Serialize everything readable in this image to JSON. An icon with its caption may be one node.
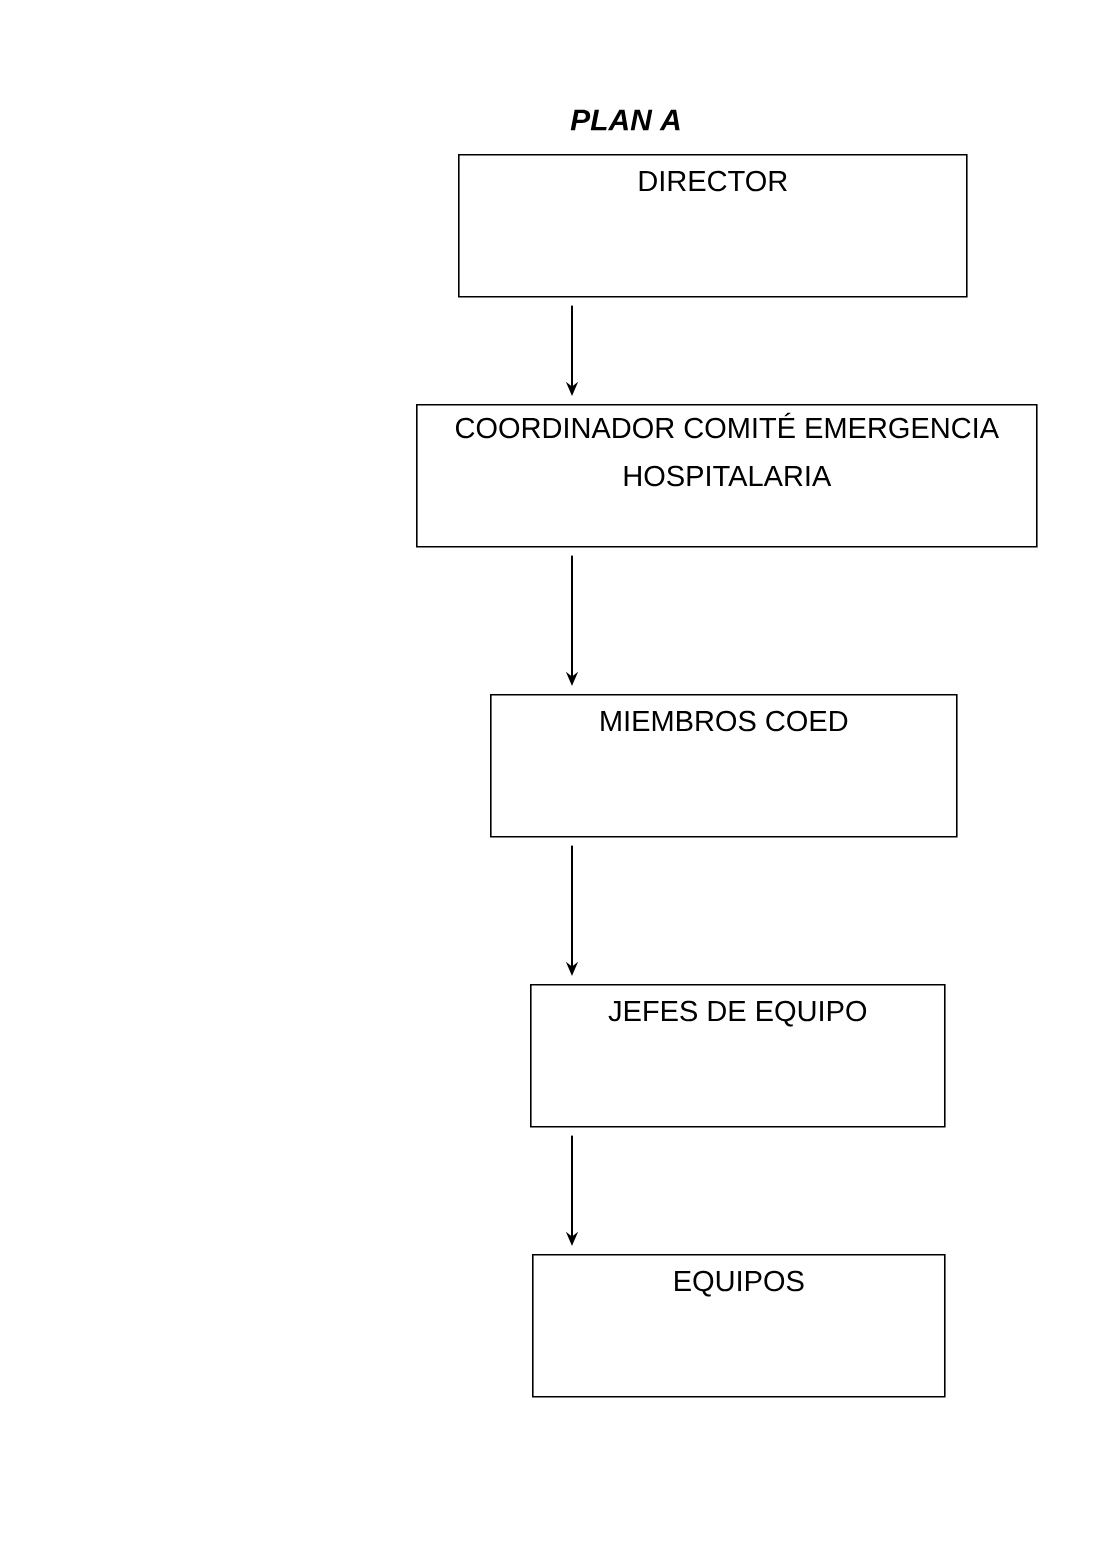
{
  "diagram": {
    "title": "PLAN A",
    "nodes": [
      {
        "text": [
          "DIRECTOR"
        ]
      },
      {
        "text": [
          "COORDINADOR COMITÉ EMERGENCIA HOSPITALARIA"
        ]
      },
      {
        "text": [
          "MIEMBROS COED"
        ]
      },
      {
        "text": [
          "JEFES DE EQUIPO"
        ]
      },
      {
        "text": [
          "EQUIPOS"
        ]
      }
    ],
    "edges": [
      {
        "from": 0,
        "to": 1,
        "arrow": "to"
      },
      {
        "from": 1,
        "to": 2,
        "arrow": "to"
      },
      {
        "from": 2,
        "to": 3,
        "arrow": "to"
      },
      {
        "from": 3,
        "to": 4,
        "arrow": "to"
      }
    ]
  }
}
